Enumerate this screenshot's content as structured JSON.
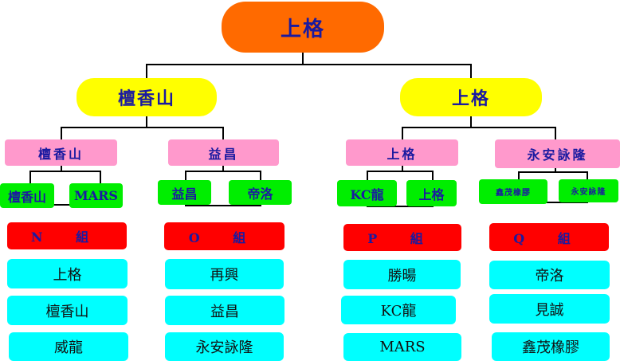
{
  "root": {
    "label": "上格"
  },
  "branches": [
    {
      "label": "檀香山",
      "groups": [
        {
          "label": "檀香山",
          "children": [
            "檀香山",
            "MARS"
          ],
          "group_label": "N 組",
          "members": [
            "上格",
            "檀香山",
            "威龍"
          ]
        },
        {
          "label": "益昌",
          "children": [
            "益昌",
            "帝洛"
          ],
          "group_label": "O 組",
          "members": [
            "再興",
            "益昌",
            "永安詠隆"
          ]
        }
      ]
    },
    {
      "label": "上格",
      "groups": [
        {
          "label": "上格",
          "children": [
            "KC龍",
            "上格"
          ],
          "group_label": "P 組",
          "members": [
            "勝暘",
            "KC龍",
            "MARS"
          ]
        },
        {
          "label": "永安詠隆",
          "children": [
            "鑫茂橡膠",
            "永安詠隆"
          ],
          "group_label": "Q 組",
          "members": [
            "帝洛",
            "見誠",
            "鑫茂橡膠"
          ]
        }
      ]
    }
  ],
  "colors": {
    "root": "#ff6a00",
    "branch": "#ffff00",
    "subgroup": "#ff99cc",
    "child": "#00ee00",
    "group": "#ff0000",
    "member": "#00ffff",
    "text": "#1a1aa0"
  }
}
